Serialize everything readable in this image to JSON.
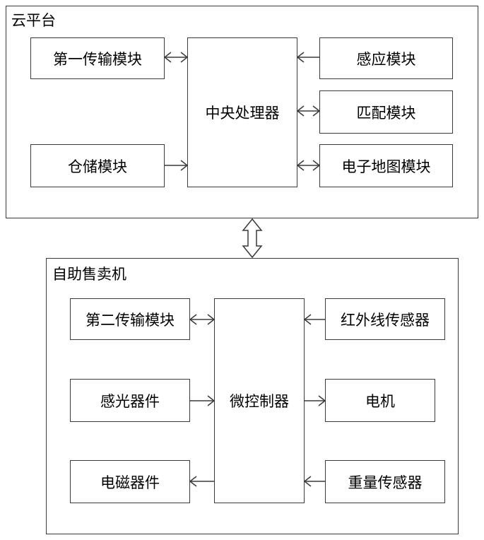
{
  "cloud_platform": {
    "title": "云平台",
    "processor": "中央处理器",
    "first_transmission": "第一传输模块",
    "storage": "仓储模块",
    "sensing": "感应模块",
    "matching": "匹配模块",
    "e_map": "电子地图模块"
  },
  "vending_machine": {
    "title": "自助售卖机",
    "microcontroller": "微控制器",
    "second_transmission": "第二传输模块",
    "photosensitive": "感光器件",
    "electromagnetic": "电磁器件",
    "infrared_sensor": "红外线传感器",
    "motor": "电机",
    "weight_sensor": "重量传感器"
  }
}
